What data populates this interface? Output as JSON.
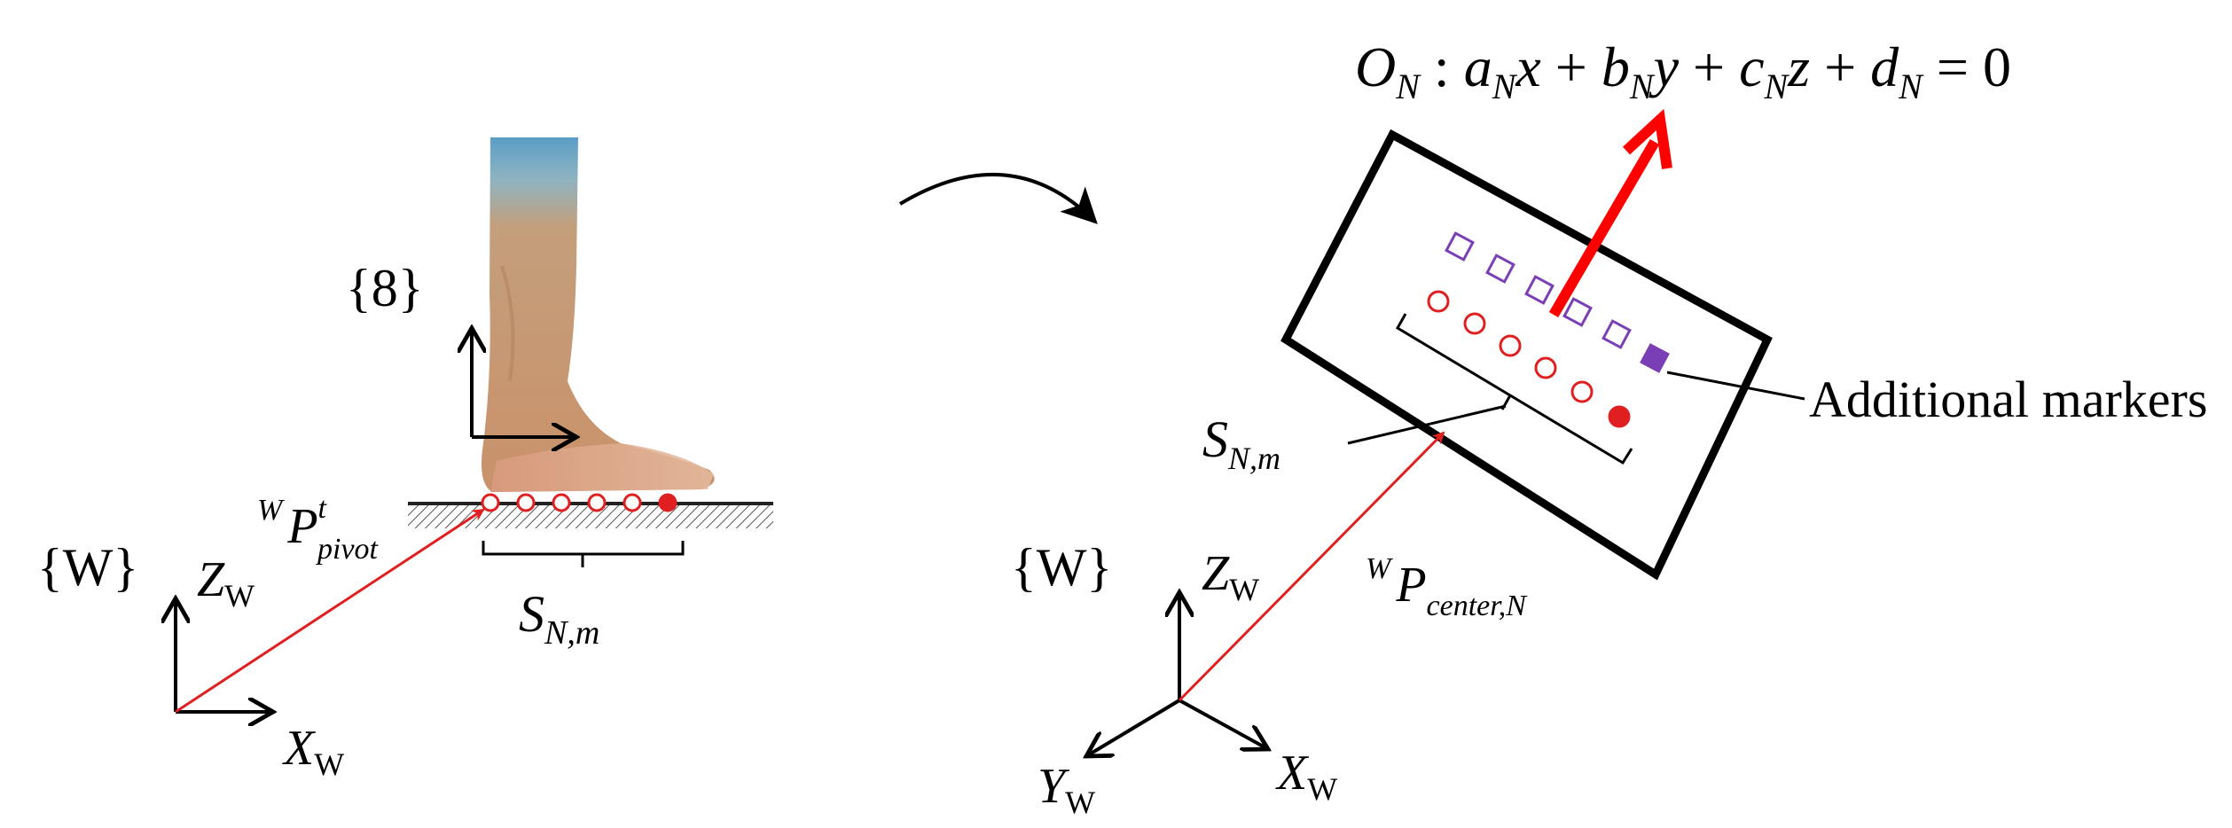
{
  "left_panel": {
    "body_frame": {
      "label": "{8}"
    },
    "world_frame": {
      "label": "{W}",
      "z_axis": {
        "main": "Z",
        "sub": "W"
      },
      "x_axis": {
        "main": "X",
        "sub": "W"
      }
    },
    "pivot_vector": {
      "pre": "W",
      "main": "P",
      "sup": "t",
      "sub": "pivot"
    },
    "marker_set": {
      "main": "S",
      "sub": "N,m"
    }
  },
  "transition_arrow": {
    "icon": "curved-arrow-icon"
  },
  "right_panel": {
    "plane_equation": {
      "lhs": {
        "main": "O",
        "sub": "N"
      },
      "colon": " : ",
      "t1": {
        "main": "a",
        "sub": "N",
        "var": "x"
      },
      "t2": {
        "main": "b",
        "sub": "N",
        "var": "y"
      },
      "t3": {
        "main": "c",
        "sub": "N",
        "var": "z"
      },
      "t4": {
        "main": "d",
        "sub": "N"
      },
      "plus": " + ",
      "rhs": " = 0"
    },
    "marker_set": {
      "main": "S",
      "sub": "N,m"
    },
    "additional_markers_label": "Additional markers",
    "center_vector": {
      "pre": "W",
      "main": "P",
      "sub": "center,N"
    },
    "world_frame": {
      "label": "{W}",
      "z_axis": {
        "main": "Z",
        "sub": "W"
      },
      "x_axis": {
        "main": "X",
        "sub": "W"
      },
      "y_axis": {
        "main": "Y",
        "sub": "W"
      }
    }
  },
  "colors": {
    "vector": "#e02020",
    "normal": "#ff0000",
    "markers": "#e02020",
    "extra_markers": "#7a3fb5",
    "stroke": "#000000"
  }
}
